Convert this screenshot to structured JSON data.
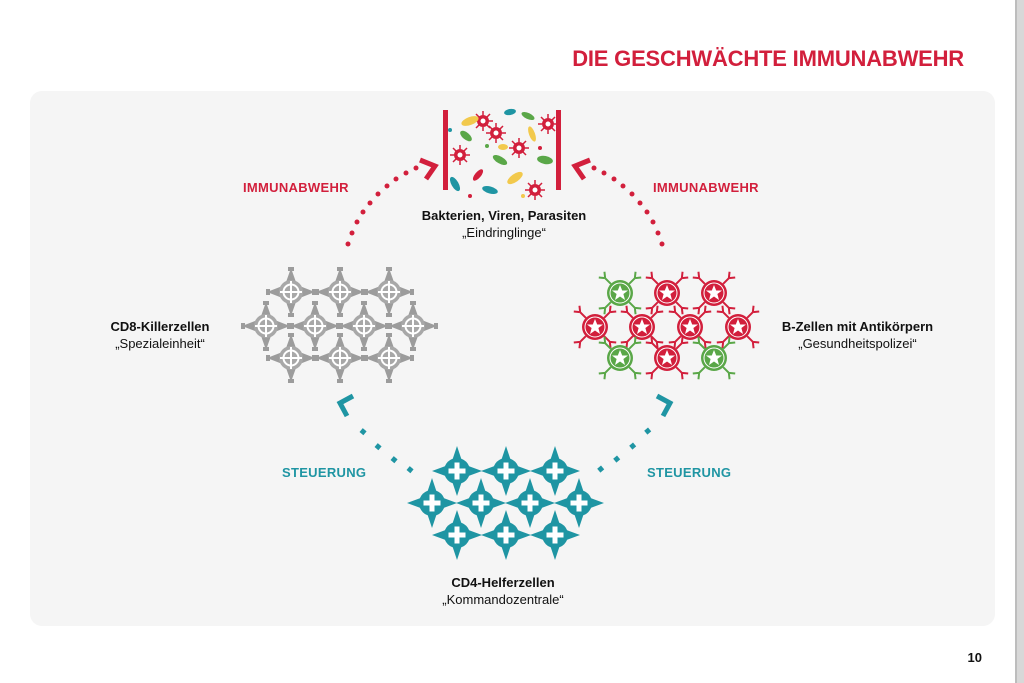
{
  "page": {
    "title": "DIE GESCHWÄCHTE IMMUNABWEHR",
    "page_number": "10"
  },
  "colors": {
    "brand_red": "#d21f3c",
    "teal": "#1f95a3",
    "grey": "#9c9c9c",
    "green": "#5aa748",
    "panel": "#f5f5f5"
  },
  "nodes": {
    "pathogens": {
      "bold": "Bakterien, Viren, Parasiten",
      "normal": "„Eindringlinge“",
      "icon": "pathogen-cluster"
    },
    "killer": {
      "bold": "CD8-Killerzellen",
      "normal": "„Spezialeinheit“",
      "icon": "crosshair-cell"
    },
    "bcells": {
      "bold": "B-Zellen mit Antikörpern",
      "normal": "„Gesundheitspolizei“",
      "icon": "star-antibody-cell"
    },
    "helper": {
      "bold": "CD4-Helferzellen",
      "normal": "„Kommandozentrale“",
      "icon": "plus-cell"
    }
  },
  "edges": {
    "left_top": "IMMUNABWEHR",
    "right_top": "IMMUNABWEHR",
    "left_bottom": "STEUERUNG",
    "right_bottom": "STEUERUNG"
  }
}
